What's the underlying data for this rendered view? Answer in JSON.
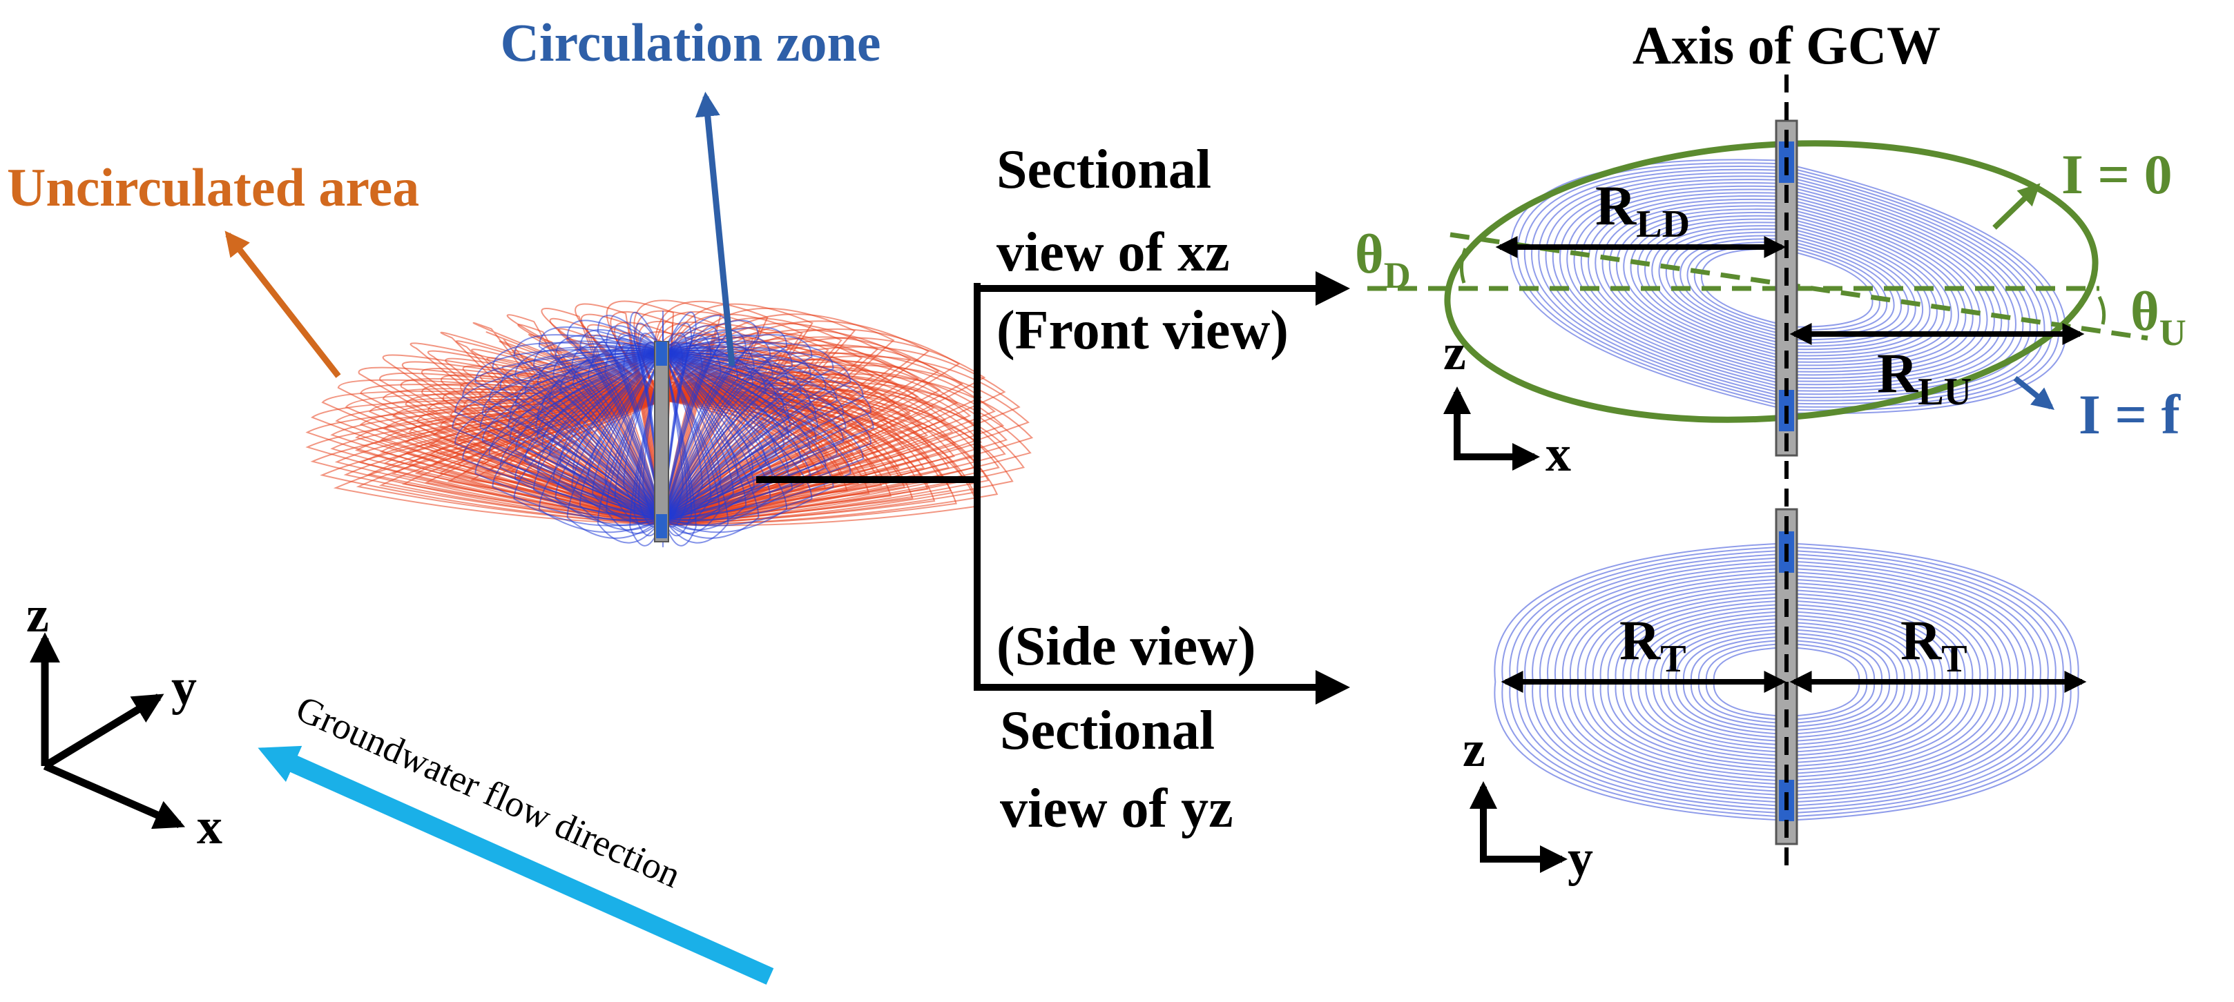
{
  "labels": {
    "circulation_zone": "Circulation zone",
    "uncirculated_area": "Uncirculated area",
    "flow_direction": "Groundwater flow direction",
    "axis_title": "Axis of GCW",
    "front_line1": "Sectional",
    "front_line2": "view of xz",
    "front_line3": "(Front view)",
    "side_line1": "(Side view)",
    "side_line2": "Sectional",
    "side_line3": "view of yz",
    "axis_z": "z",
    "axis_y": "y",
    "axis_x": "x",
    "front_axis_z": "z",
    "front_axis_x": "x",
    "side_axis_z": "z",
    "side_axis_y": "y",
    "R": "R",
    "sub_LD": "LD",
    "sub_LU": "LU",
    "sub_T": "T",
    "theta": "θ",
    "sub_D": "D",
    "sub_U": "U",
    "i_zero": "I = 0",
    "i_f": "I = f"
  },
  "colors": {
    "uncirculated": "#e8401c",
    "circulation": "#1f3ad6",
    "circulation_label": "#2e5fa8",
    "uncirculated_label": "#d2691e",
    "flow_arrow": "#1ab0e8",
    "green": "#5b8b2f",
    "black": "#000000"
  }
}
